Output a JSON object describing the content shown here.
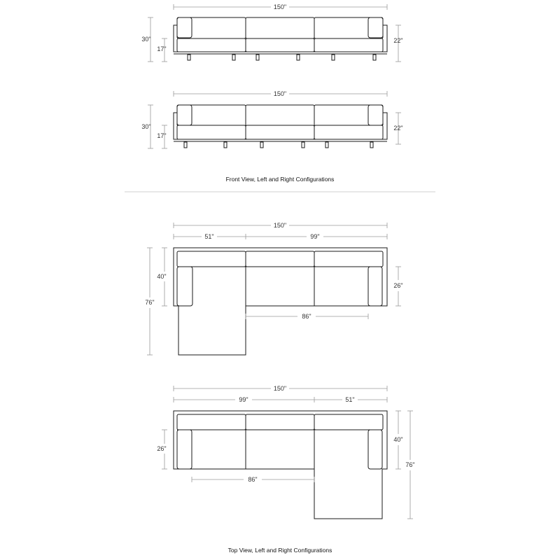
{
  "captions": {
    "front": "Front View, Left and Right Configurations",
    "top": "Top View, Left and Right Configurations"
  },
  "front_left": {
    "overall_width": "150\"",
    "back_height": "30\"",
    "seat_height": "17\"",
    "arm_height": "22\""
  },
  "front_right": {
    "overall_width": "150\"",
    "back_height": "30\"",
    "seat_height": "17\"",
    "arm_height": "22\""
  },
  "top_left": {
    "overall_width": "150\"",
    "chaise_width": "51\"",
    "sofa_width": "99\"",
    "sofa_depth": "40\"",
    "chaise_depth": "76\"",
    "seat_depth": "26\"",
    "seat_width": "86\""
  },
  "top_right": {
    "overall_width": "150\"",
    "sofa_width": "99\"",
    "chaise_width": "51\"",
    "seat_depth": "26\"",
    "sofa_depth": "40\"",
    "chaise_depth": "76\"",
    "seat_width": "86\""
  }
}
